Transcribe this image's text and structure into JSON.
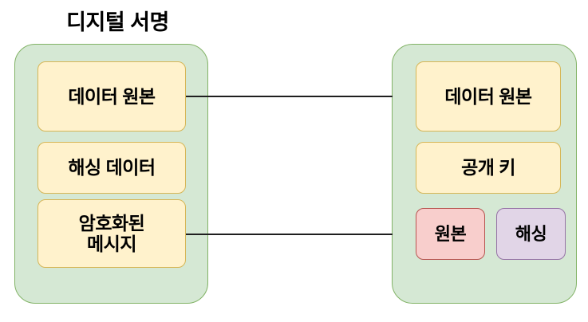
{
  "diagram": {
    "title": "디지털 서명",
    "colors": {
      "panel_fill": "#d5e8d4",
      "panel_border": "#82b366",
      "node_yellow_fill": "#fff2cc",
      "node_yellow_border": "#d6b656",
      "node_pink_fill": "#f8cecc",
      "node_pink_border": "#b85450",
      "node_purple_fill": "#e1d5e7",
      "node_purple_border": "#9673a6",
      "connector": "#1f1f1f",
      "text": "#000000",
      "background": "#ffffff"
    },
    "left_panel": {
      "nodes": [
        {
          "label": "데이터 원본"
        },
        {
          "label": "해싱 데이터"
        },
        {
          "label": "암호화된\n메시지"
        }
      ]
    },
    "right_panel": {
      "nodes": [
        {
          "label": "데이터 원본"
        },
        {
          "label": "공개 키"
        },
        {
          "label": "원본"
        },
        {
          "label": "해싱"
        }
      ]
    },
    "connectors": [
      {
        "from": "데이터 원본",
        "to": "데이터 원본"
      },
      {
        "from": "암호화된 메시지",
        "to": "원본"
      }
    ]
  }
}
